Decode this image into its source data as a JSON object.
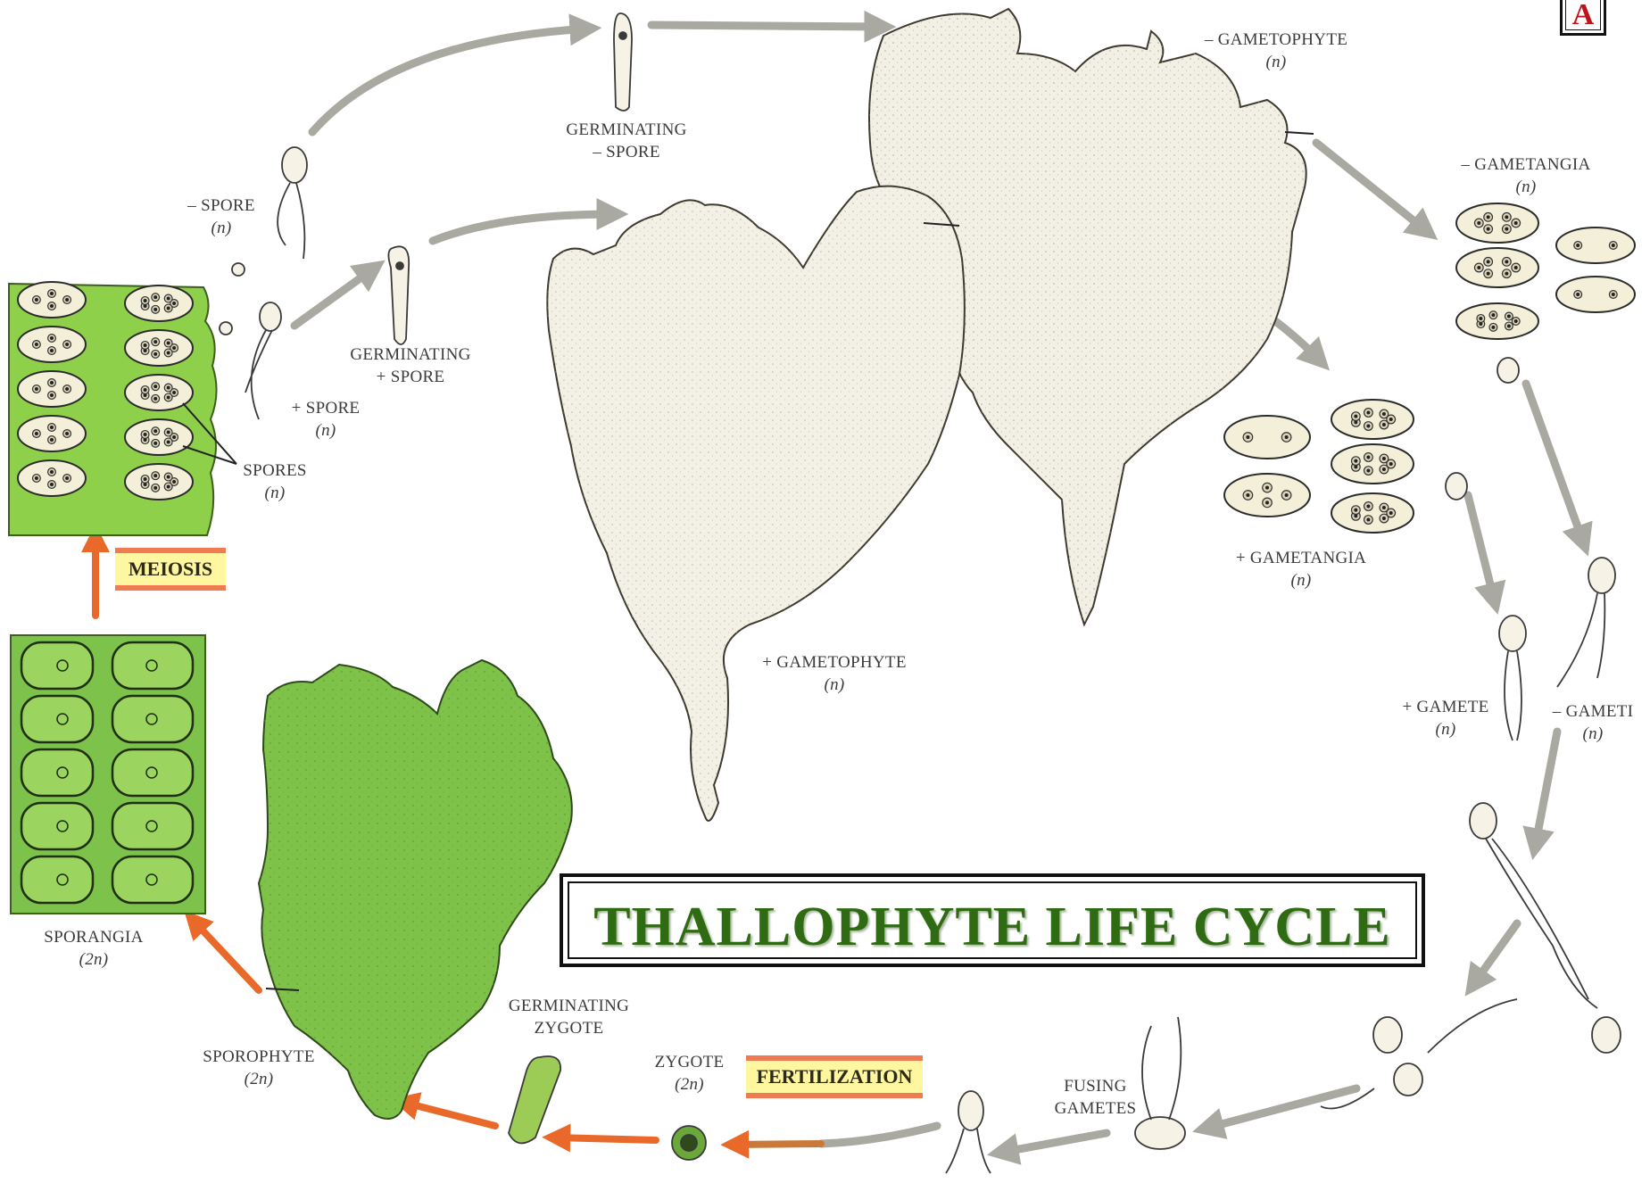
{
  "title": "THALLOPHYTE LIFE CYCLE",
  "badge": "A",
  "banners": {
    "meiosis": "MEIOSIS",
    "fertilization": "FERTILIZATION"
  },
  "labels": {
    "minus_gametophyte": {
      "l1": "– GAMETOPHYTE",
      "l2": "(n)"
    },
    "germinating_minus_spore": {
      "l1": "GERMINATING",
      "l2": "– SPORE"
    },
    "minus_spore": {
      "l1": "– SPORE",
      "l2": "(n)"
    },
    "germinating_plus_spore": {
      "l1": "GERMINATING",
      "l2": "+ SPORE"
    },
    "plus_spore": {
      "l1": "+ SPORE",
      "l2": "(n)"
    },
    "spores": {
      "l1": "SPORES",
      "l2": "(n)"
    },
    "minus_gametangia": {
      "l1": "– GAMETANGIA",
      "l2": "(n)"
    },
    "plus_gametangia": {
      "l1": "+ GAMETANGIA",
      "l2": "(n)"
    },
    "plus_gametophyte": {
      "l1": "+ GAMETOPHYTE",
      "l2": "(n)"
    },
    "plus_gamete": {
      "l1": "+ GAMETE",
      "l2": "(n)"
    },
    "minus_gamete": {
      "l1": "– GAMETI",
      "l2": "(n)"
    },
    "sporangia": {
      "l1": "SPORANGIA",
      "l2": "(2n)"
    },
    "sporophyte": {
      "l1": "SPOROPHYTE",
      "l2": "(2n)"
    },
    "germinating_zygote": {
      "l1": "GERMINATING",
      "l2": "ZYGOTE"
    },
    "zygote": {
      "l1": "ZYGOTE",
      "l2": "(2n)"
    },
    "fusing_gametes": {
      "l1": "FUSING",
      "l2": "GAMETES"
    }
  },
  "colors": {
    "gray_arrow": "#a9a9a2",
    "orange_arrow": "#e8692a",
    "green_thallus": "#7fc24a",
    "pale_thallus": "#f3f1e6",
    "title_green": "#2f6b12",
    "badge_red": "#c0121b"
  }
}
